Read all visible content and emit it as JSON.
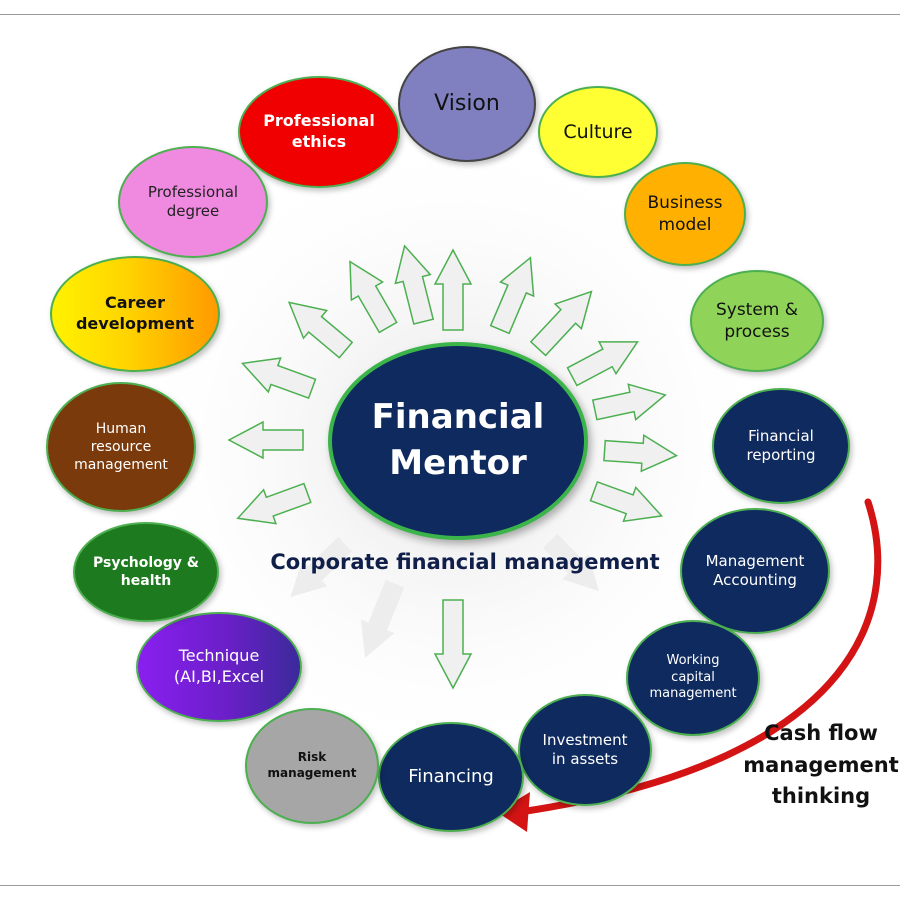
{
  "center": {
    "title": "Financial\nMentor"
  },
  "subtitle": "Corporate financial management",
  "cash_flow_label": "Cash flow\nmanagement\nthinking",
  "nodes": [
    {
      "id": "vision",
      "label": "Vision",
      "fill": "#8080c0"
    },
    {
      "id": "culture",
      "label": "Culture",
      "fill": "#ffff33"
    },
    {
      "id": "business-model",
      "label": "Business\nmodel",
      "fill": "#ffb000"
    },
    {
      "id": "system-process",
      "label": "System &\nprocess",
      "fill": "#8fd458"
    },
    {
      "id": "financial-reporting",
      "label": "Financial\nreporting",
      "fill": "#0f2a5e"
    },
    {
      "id": "management-accounting",
      "label": "Management\nAccounting",
      "fill": "#0f2a5e"
    },
    {
      "id": "working-capital",
      "label": "Working\ncapital\nmanagement",
      "fill": "#0f2a5e"
    },
    {
      "id": "investment-assets",
      "label": "Investment\nin assets",
      "fill": "#0f2a5e"
    },
    {
      "id": "financing",
      "label": "Financing",
      "fill": "#0f2a5e"
    },
    {
      "id": "risk-management",
      "label": "Risk\nmanagement",
      "fill": "#a6a6a6"
    },
    {
      "id": "technique",
      "label": "Technique\n(AI,BI,Excel",
      "fill": "#7a1fc8"
    },
    {
      "id": "psychology-health",
      "label": "Psychology &\nhealth",
      "fill": "#1e7a1e"
    },
    {
      "id": "human-resource",
      "label": "Human\nresource\nmanagement",
      "fill": "#7b3a0c"
    },
    {
      "id": "career-development",
      "label": "Career\ndevelopment",
      "fill": "#ffd400"
    },
    {
      "id": "professional-degree",
      "label": "Professional\ndegree",
      "fill": "#f08ae0"
    },
    {
      "id": "professional-ethics",
      "label": "Professional\nethics",
      "fill": "#f00000"
    }
  ],
  "colors": {
    "center_fill": "#0f2a5e",
    "node_border": "#4caf50",
    "arrow_fill": "#f0f0f0",
    "cycle_arrow": "#d41414"
  }
}
